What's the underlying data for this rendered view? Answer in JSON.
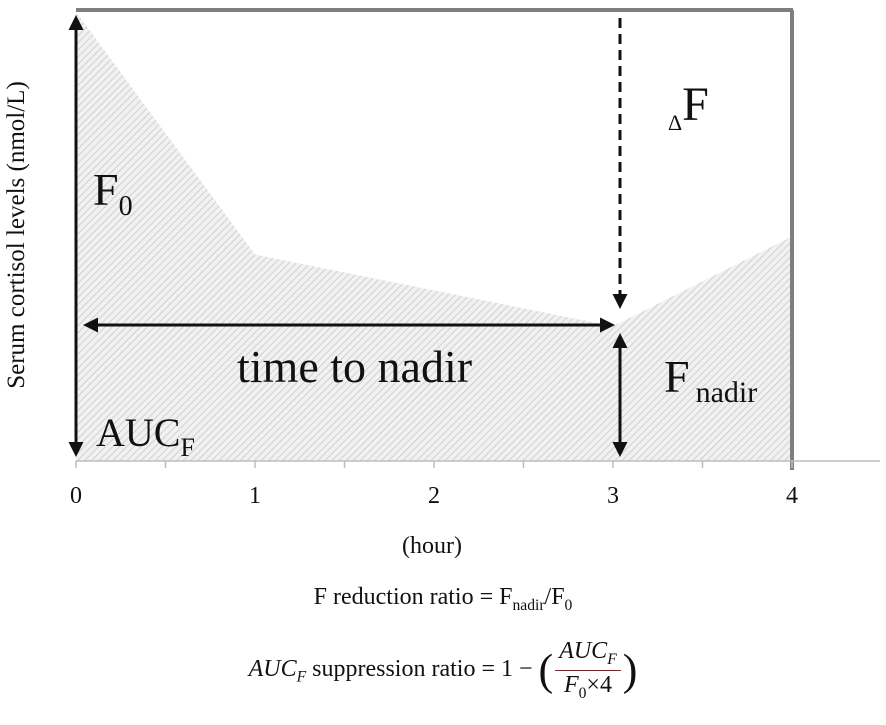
{
  "ylabel": "Serum cortisol levels (nmol/L)",
  "xlabel": "(hour)",
  "x_ticks": [
    "0",
    "1",
    "2",
    "3",
    "4"
  ],
  "chart_data": {
    "type": "area",
    "x": [
      0,
      1,
      2,
      3,
      4
    ],
    "values": [
      100,
      46,
      38,
      30,
      50
    ],
    "xlim": [
      0,
      4
    ],
    "ylim": [
      0,
      100
    ],
    "xlabel": "(hour)",
    "ylabel": "Serum cortisol levels (nmol/L)"
  },
  "labels": {
    "f0_main": "F",
    "f0_sub": "0",
    "delta_f_sub": "Δ",
    "delta_f_main": "F",
    "time_to_nadir": "time to nadir",
    "fnadir_main": "F",
    "fnadir_sub": "nadir",
    "auc_main": "AUC",
    "auc_sub": "F"
  },
  "equations": {
    "eq1_lhs": "F reduction ratio = F",
    "eq1_sub1": "nadir",
    "eq1_mid": "/F",
    "eq1_sub2": "0",
    "eq2_auc": "AUC",
    "eq2_auc_sub": "F",
    "eq2_rest": " suppression ratio = 1 − ",
    "eq2_num": "AUC",
    "eq2_num_sub": "F",
    "eq2_den": "F",
    "eq2_den_sub": "0",
    "eq2_den_rest": "×4"
  },
  "colors": {
    "axis": "#111111",
    "frame": "#7f7f7f",
    "hatch": "#bdbdbd",
    "text": "#111111"
  }
}
